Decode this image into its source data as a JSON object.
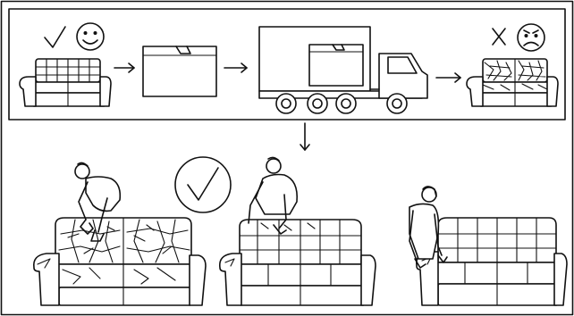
{
  "figure": {
    "top_panel": {
      "steps": [
        {
          "name": "sofa-new",
          "status": "check-mark-icon",
          "mood": "happy-face-icon"
        },
        {
          "name": "shipping-box"
        },
        {
          "name": "delivery-truck"
        },
        {
          "name": "sofa-wrinkled",
          "status": "x-mark-icon",
          "mood": "sad-face-icon"
        }
      ],
      "connector": "arrow-right-icon"
    },
    "bottom_panel": {
      "steps": [
        {
          "name": "person-smoothing-wrinkled-sofa"
        },
        {
          "name": "person-smoothing-sofa-cushions"
        },
        {
          "name": "person-beside-smooth-sofa"
        }
      ],
      "status": "check-circle-icon"
    },
    "colors": {
      "line": "#111111",
      "background": "#ffffff"
    }
  }
}
